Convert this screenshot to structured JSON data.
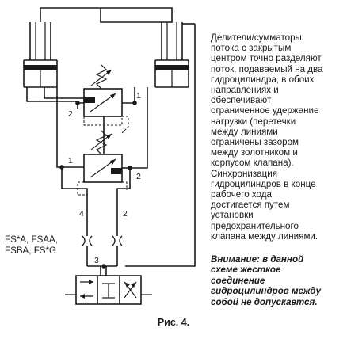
{
  "description_lines": [
    "Делители/сумматоры",
    "потока с закрытым",
    "центром точно разделяют",
    "поток, подаваемый на два",
    "гидроцилиндра, в обоих",
    "направлениях и",
    "обеспечивают",
    "ограниченное удержание",
    "нагрузки (перетечки",
    "между линиями",
    "ограничены зазором",
    "между золотником и",
    "корпусом клапана).",
    "Синхронизация",
    "гидроцилиндров в конце",
    "рабочего хода",
    "достигается путем",
    "установки",
    "предохранительного",
    "клапана между линиями."
  ],
  "warning_lines": [
    "Внимание: в данной",
    "схеме жесткое",
    "соединение",
    "гидроцилиндров между",
    "собой не допускается."
  ],
  "model_lines": [
    "FS*A, FSAA,",
    "FSBA, FS*G"
  ],
  "caption": "Рис. 4.",
  "port_labels": {
    "upper_left": "2",
    "upper_right": "1",
    "lower_left": "1",
    "lower_right": "2",
    "line_left": "4",
    "line_right": "2",
    "supply": "3"
  }
}
